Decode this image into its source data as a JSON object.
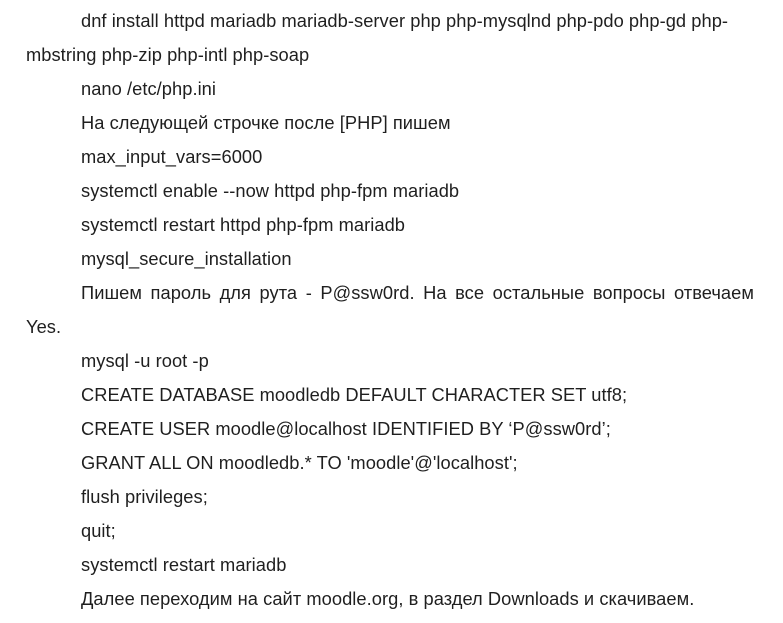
{
  "document": {
    "lines": [
      "dnf install httpd mariadb mariadb-server php php-mysqlnd php-pdo php-gd php-mbstring php-zip php-intl php-soap",
      "nano /etc/php.ini",
      "На следующей строчке после [PHP] пишем",
      "max_input_vars=6000",
      "systemctl enable --now httpd php-fpm mariadb",
      "systemctl restart httpd php-fpm mariadb",
      "mysql_secure_installation",
      "Пишем пароль для рута - P@ssw0rd. На все остальные вопросы отвечаем Yes.",
      "mysql -u root -p",
      "CREATE DATABASE moodledb DEFAULT CHARACTER SET utf8;",
      "CREATE USER moodle@localhost IDENTIFIED BY ‘P@ssw0rd’;",
      "GRANT ALL ON moodledb.* TO 'moodle'@'localhost';",
      "flush privileges;",
      "quit;",
      "systemctl restart mariadb",
      "Далее переходим на сайт moodle.org, в раздел Downloads и скачиваем."
    ]
  }
}
